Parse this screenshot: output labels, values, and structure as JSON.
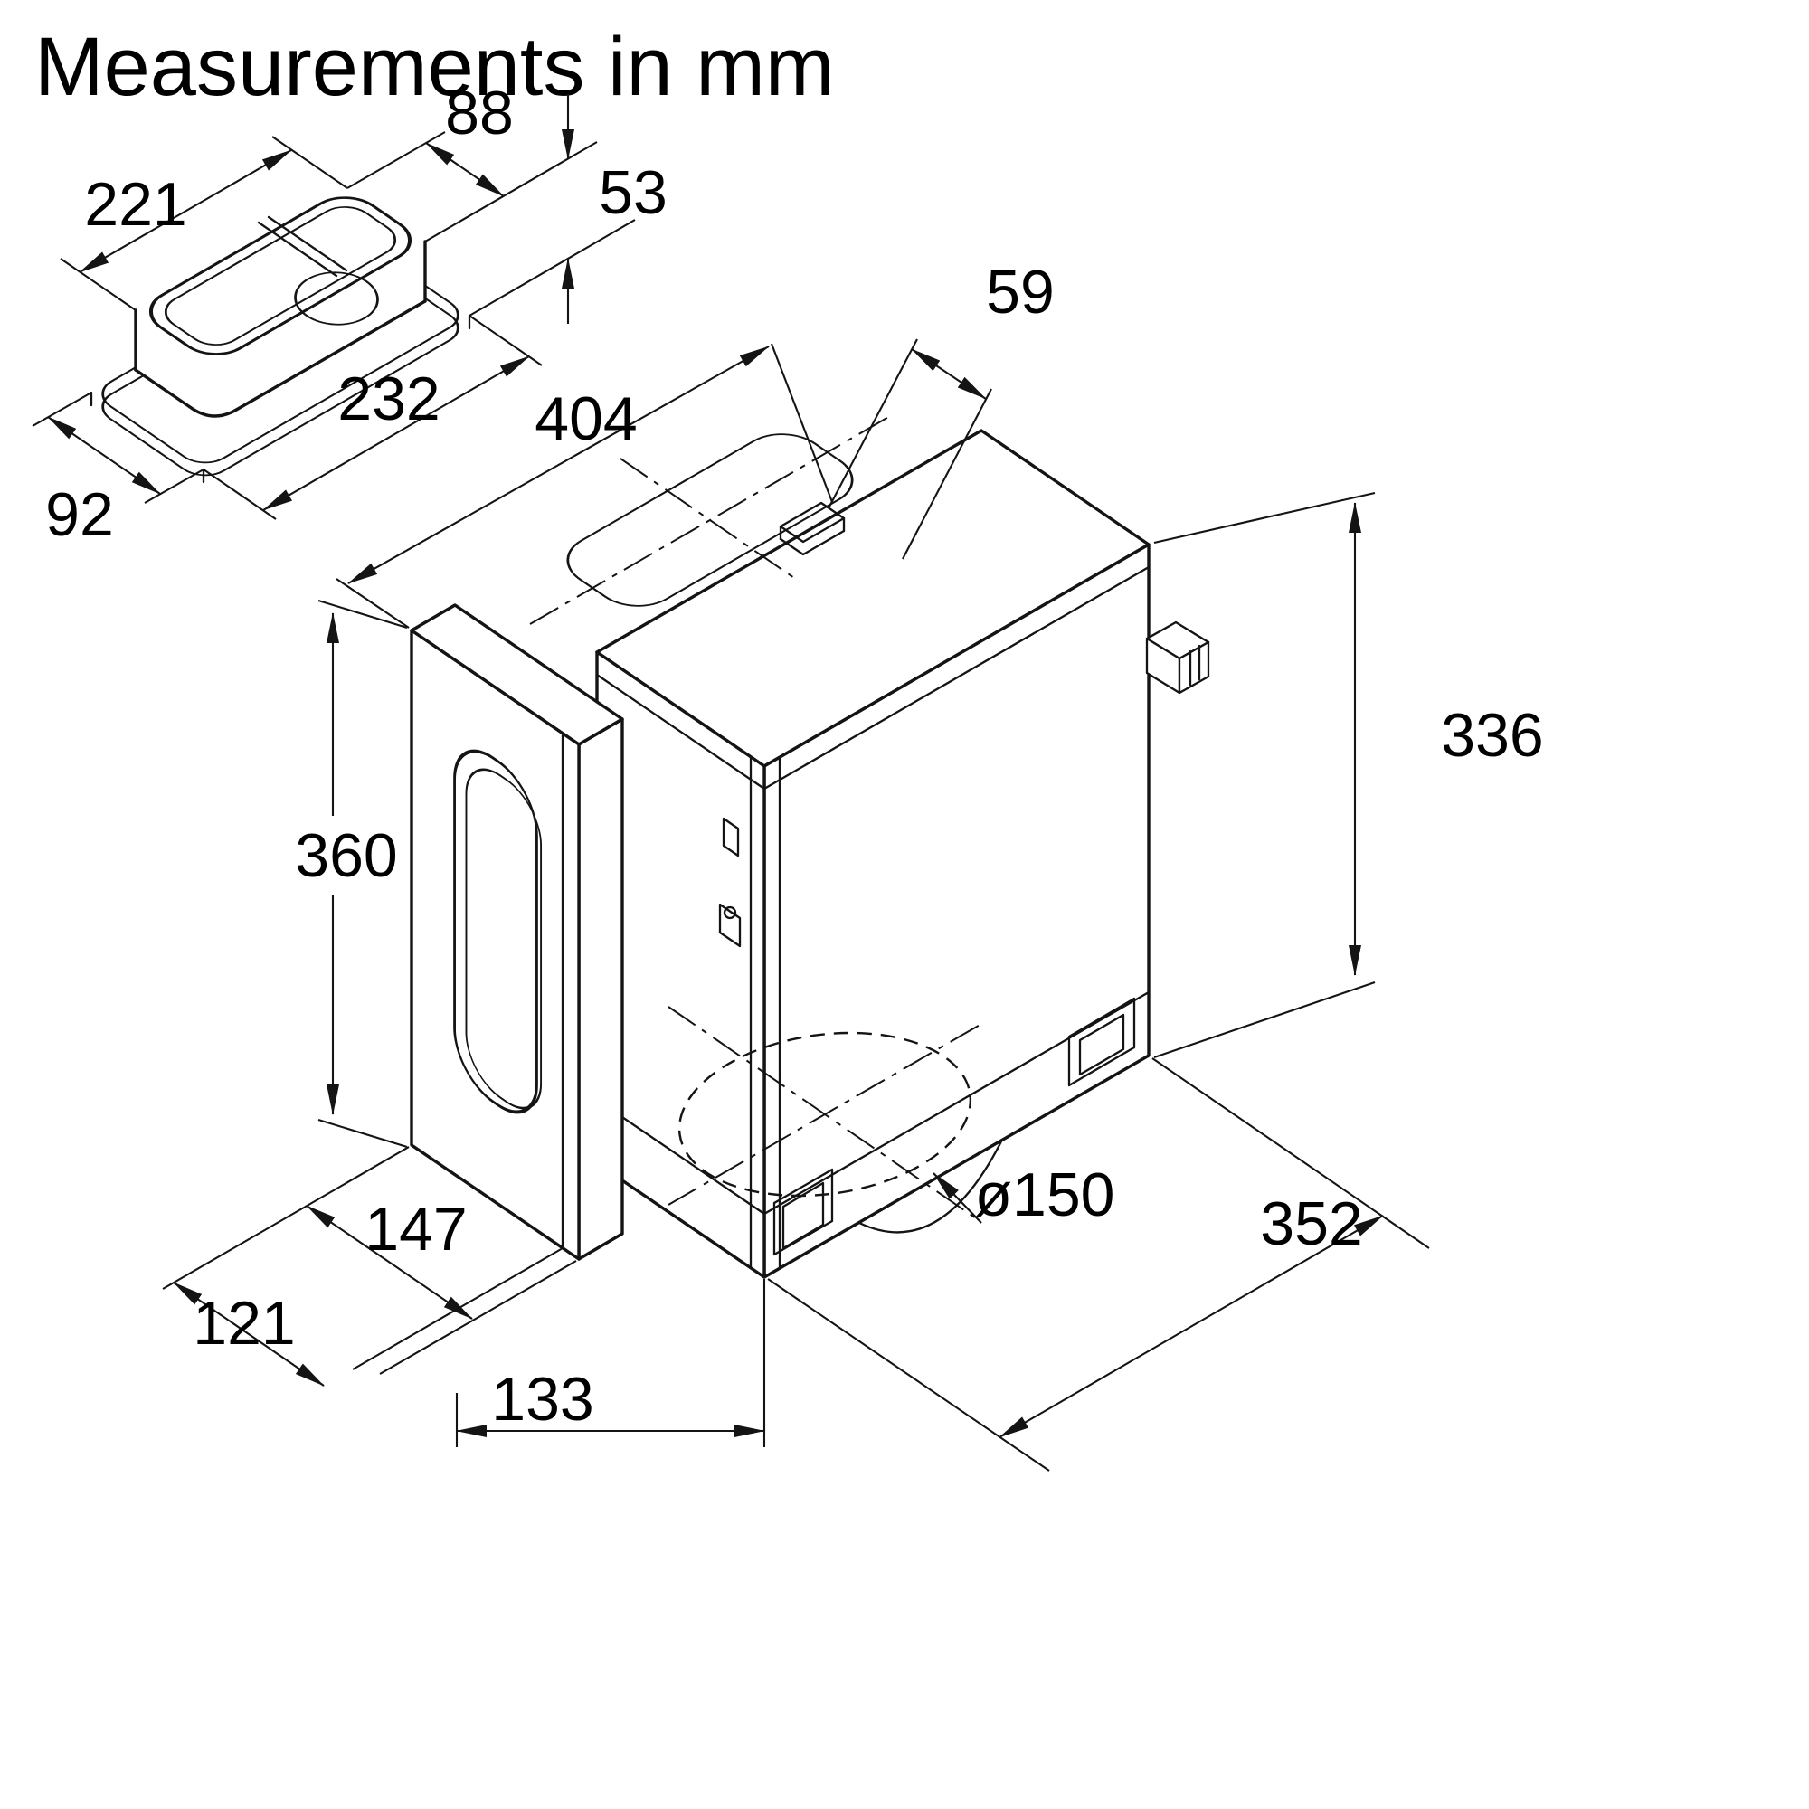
{
  "title": "Measurements in mm",
  "small_part_dims": {
    "length": "221",
    "width": "88",
    "height": "53",
    "base_length": "232",
    "base_width": "92"
  },
  "main_unit_dims": {
    "depth": "404",
    "top_offset": "59",
    "height_back": "336",
    "height_front": "360",
    "bottom_a": "147",
    "bottom_b": "121",
    "bottom_c": "133",
    "duct_diameter": "ø150",
    "bottom_depth": "352"
  }
}
